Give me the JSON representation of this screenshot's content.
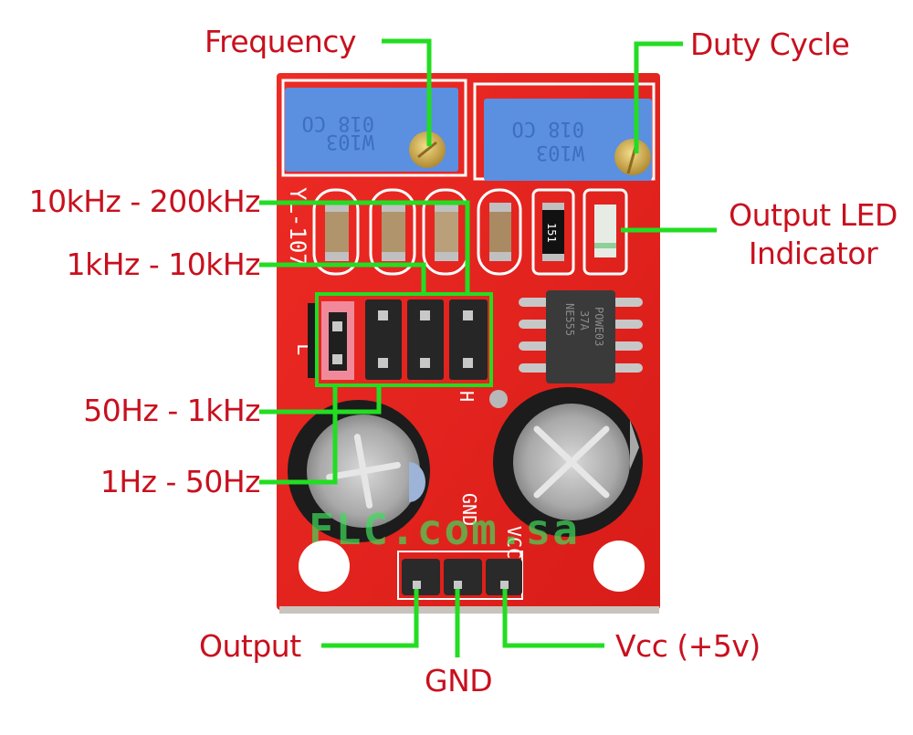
{
  "diagram": {
    "subject": "NE555 adjustable frequency pulse generator module",
    "colors": {
      "label_text": "#c8101e",
      "leader_line": "#22dd22",
      "pcb": "#e8231f",
      "pot_body": "#5b8fe0",
      "header": "#2a2a2a",
      "jumper_cap": "#f08a9a"
    },
    "labels": {
      "frequency": "Frequency",
      "duty_cycle": "Duty Cycle",
      "range_10k_200k": "10kHz - 200kHz",
      "range_1k_10k": "1kHz - 10kHz",
      "output_led_line1": "Output LED",
      "output_led_line2": "Indicator",
      "range_50_1k": "50Hz - 1kHz",
      "range_1_50": "1Hz - 50Hz",
      "output": "Output",
      "gnd": "GND",
      "vcc": "Vcc (+5v)"
    },
    "board_markings": {
      "pot_left_line1": "018 CO",
      "pot_left_line2": "W103",
      "pot_right_line1": "018 CO",
      "pot_right_line2": "W103",
      "model": "YL-107",
      "jumper_low": "L",
      "jumper_high": "H",
      "resistor_code": "151",
      "ic_line1": "NE555",
      "ic_line2": "37A",
      "ic_line3": "POWE03",
      "pin_gnd": "GND",
      "pin_vcc": "VCC",
      "watermark": "FLC.com.sa"
    }
  }
}
